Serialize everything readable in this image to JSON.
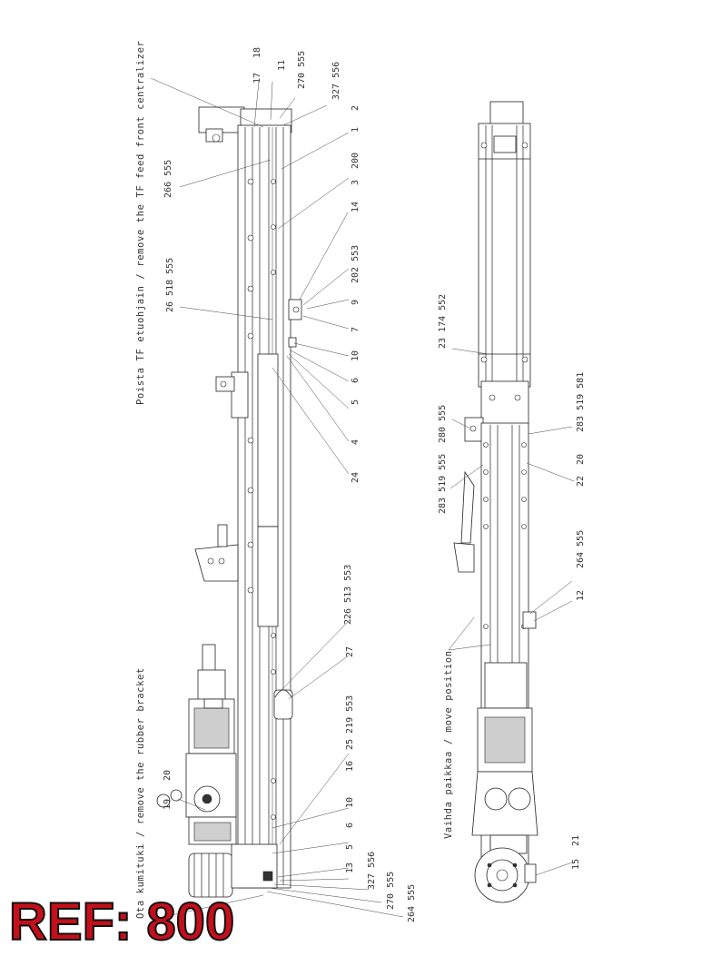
{
  "notes": {
    "front_centralizer": "Poista TF etuohjain / remove the TF feed front centralizer",
    "rubber_bracket": "Ota kumituki / remove the rubber bracket",
    "move_position": "Vaihda paikkaa / move position"
  },
  "ref_badge": "REF: 800",
  "left_labels": {
    "l17": "17",
    "l18": "18",
    "l11": "11",
    "l270a": "270 555",
    "l327a": "327 556",
    "l2": "2",
    "l1": "1",
    "l200": "200",
    "l3": "3",
    "l14": "14",
    "l202": "202 553",
    "l9": "9",
    "l7": "7",
    "l10a": "10",
    "l6a": "6",
    "l5a": "5",
    "l4": "4",
    "l24": "24",
    "l266": "266 555",
    "l26": "26 518 555",
    "l226": "226 513 553",
    "l27": "27",
    "l25": "25 219 553",
    "l16": "16",
    "l10b": "10",
    "l6b": "6",
    "l5b": "5",
    "l13": "13",
    "l327b": "327 556",
    "l270b": "270 555",
    "l264a": "264 555",
    "l19": "19",
    "l20a": "20"
  },
  "right_labels": {
    "r23": "23 174 552",
    "r280": "280 555",
    "r283a": "283 519 581",
    "r22": "22",
    "r20": "20",
    "r283b": "283 519 555",
    "r264": "264 555",
    "r12": "12",
    "r15": "15",
    "r21": "21"
  },
  "colors": {
    "badge_fill": "#c4101a",
    "badge_outline": "#111111",
    "linework": "#222222"
  }
}
